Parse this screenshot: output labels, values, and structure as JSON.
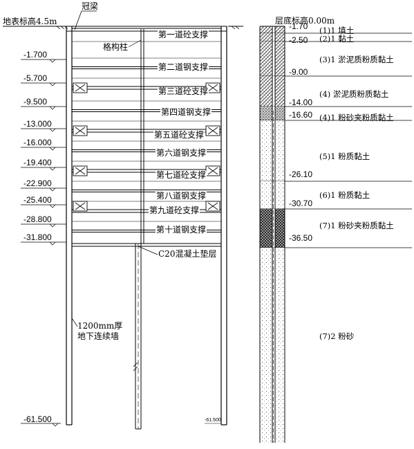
{
  "left": {
    "ground_label": "地表标高4.5m",
    "cap_beam_label": "冠梁",
    "column_label": "格构柱",
    "cushion_label": "C20混凝土垫层",
    "wall_label_line1": "1200mm厚",
    "wall_label_line2": "地下连续墙",
    "bottom_elev_left": "-61.500",
    "bottom_elev_right": "-61.500",
    "elevations": [
      "-1.700",
      "-5.700",
      "-9.500",
      "-13.000",
      "-16.000",
      "-19.400",
      "-22.900",
      "-25.400",
      "-28.800",
      "-31.800"
    ],
    "struts": [
      {
        "label": "第一道砼支撑",
        "kind": "concrete"
      },
      {
        "label": "第二道钢支撑",
        "kind": "steel"
      },
      {
        "label": "第三道砼支撑",
        "kind": "concrete"
      },
      {
        "label": "第四道钢支撑",
        "kind": "steel"
      },
      {
        "label": "第五道砼支撑",
        "kind": "concrete"
      },
      {
        "label": "第六道钢支撑",
        "kind": "steel"
      },
      {
        "label": "第七道砼支撑",
        "kind": "concrete"
      },
      {
        "label": "第八道钢支撑",
        "kind": "steel"
      },
      {
        "label": "第九道砼支撑",
        "kind": "concrete"
      },
      {
        "label": "第十道钢支撑",
        "kind": "steel"
      }
    ]
  },
  "right": {
    "title": "层底标高0.00m",
    "layers": [
      {
        "bottom": "-1.70",
        "name": "(1)1 填土",
        "pattern": "hatch"
      },
      {
        "bottom": "-2.50",
        "name": "(2)1 黏土",
        "pattern": "hatch"
      },
      {
        "bottom": "-9.00",
        "name": "(3)1 淤泥质粉质黏土",
        "pattern": "hatch"
      },
      {
        "bottom": "-14.00",
        "name": "(4) 淤泥质粉质黏土",
        "pattern": "hatch"
      },
      {
        "bottom": "-16.60",
        "name": "(4)1 粉砂夹粉质黏土",
        "pattern": "dots-dark"
      },
      {
        "bottom": "-26.10",
        "name": "(5)1 粉质黏土",
        "pattern": "dots"
      },
      {
        "bottom": "-30.70",
        "name": "(6)1 粉质黏土",
        "pattern": "dots"
      },
      {
        "bottom": "-36.50",
        "name": "(7)1 粉砂夹粉质黏土",
        "pattern": "hatch-dark"
      },
      {
        "bottom": "",
        "name": "(7)2 粉砂",
        "pattern": "dots"
      }
    ]
  }
}
